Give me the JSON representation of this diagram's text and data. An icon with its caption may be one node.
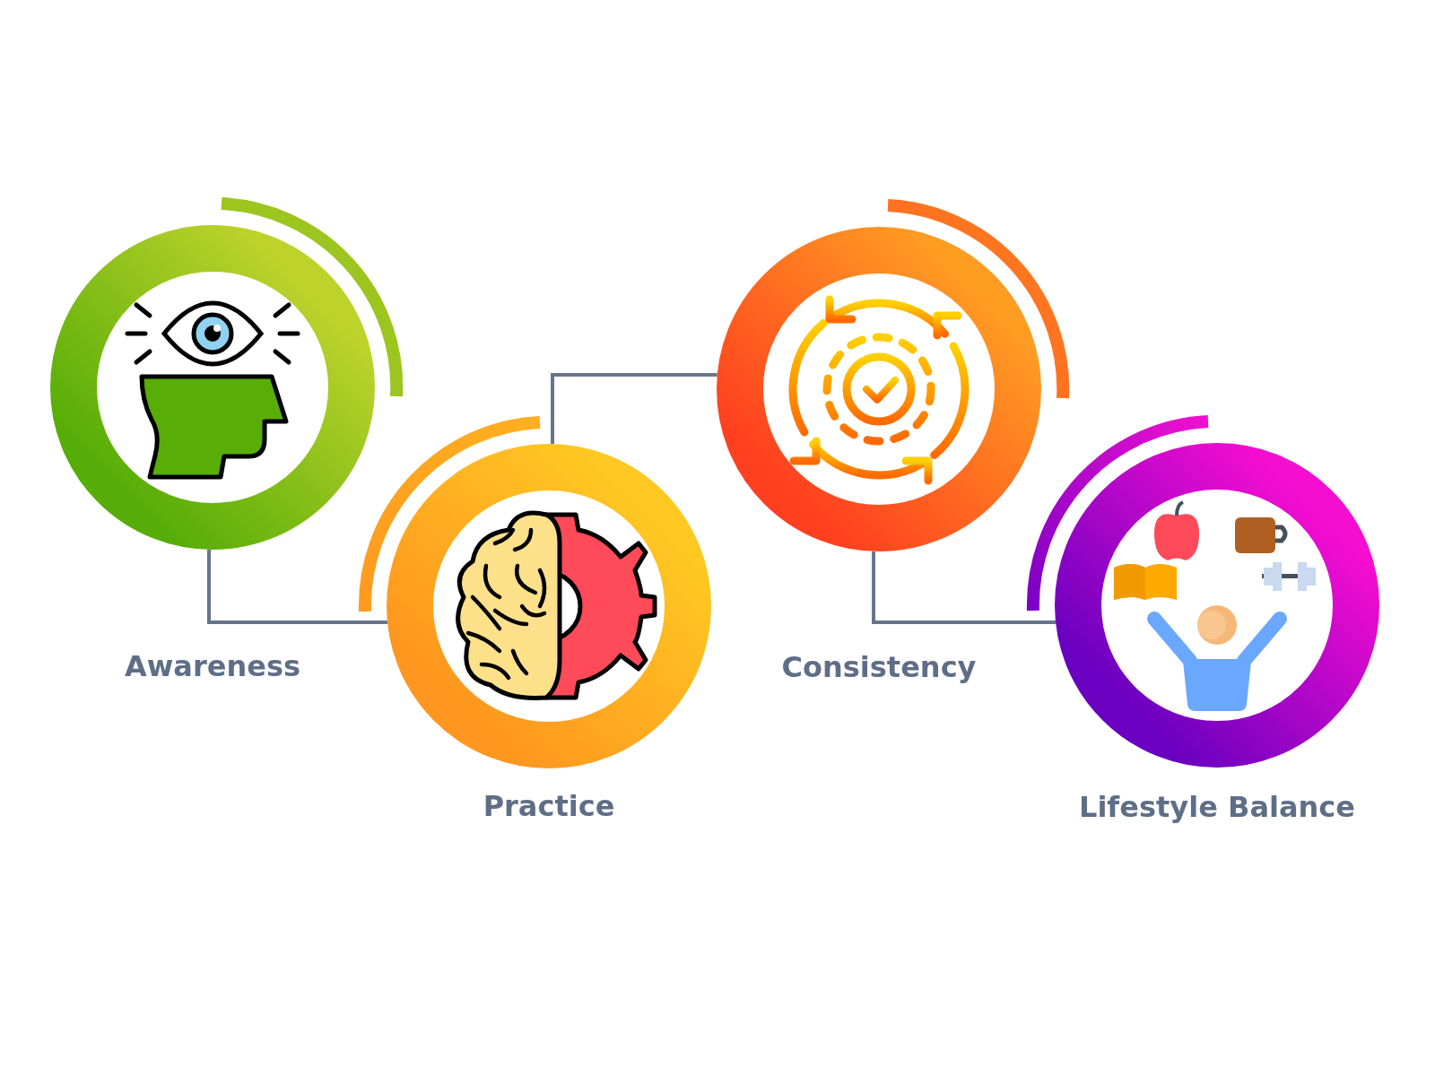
{
  "diagram": {
    "nodes": [
      {
        "text": [],
        "shape": "circle"
      },
      {
        "text": [],
        "shape": "circle"
      },
      {
        "text": [],
        "shape": "circle"
      },
      {
        "text": [],
        "shape": "circle"
      }
    ],
    "edges": [
      {
        "from": 0,
        "to": 1,
        "arrow": "none"
      },
      {
        "from": 1,
        "to": 2,
        "arrow": "none"
      },
      {
        "from": 2,
        "to": 3,
        "arrow": "none"
      }
    ],
    "labels": [
      "Awareness",
      "Practice",
      "Consistency",
      "Lifestyle Balance"
    ]
  }
}
